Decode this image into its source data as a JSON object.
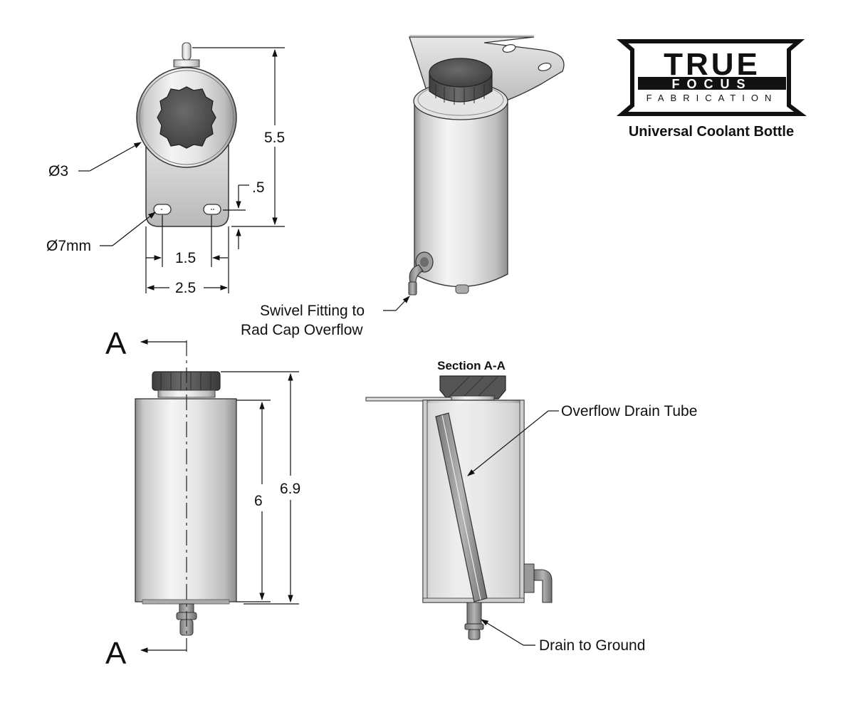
{
  "drawing": {
    "product_title": "Universal Coolant Bottle",
    "brand": {
      "line1": "TRUE",
      "line2": "FOCUS",
      "line3": "FABRICATION"
    },
    "top_view": {
      "diameter_label": "Ø3",
      "height_label": "5.5",
      "hole_offset_label": ".5",
      "hole_diameter_label": "Ø7mm",
      "hole_spacing_label": "1.5",
      "bracket_width_label": "2.5"
    },
    "iso_view": {
      "fitting_label_line1": "Swivel Fitting to",
      "fitting_label_line2": "Rad Cap Overflow"
    },
    "front_view": {
      "section_marker_top": "A",
      "section_marker_bottom": "A",
      "body_height_label": "6",
      "overall_height_label": "6.9"
    },
    "section_view": {
      "title": "Section A-A",
      "drain_tube_label": "Overflow Drain Tube",
      "drain_label": "Drain to Ground"
    },
    "colors": {
      "metal_light": "#f2f2f2",
      "metal_dark": "#9a9a9a",
      "cap": "#5a5a5a",
      "line": "#111111"
    }
  }
}
